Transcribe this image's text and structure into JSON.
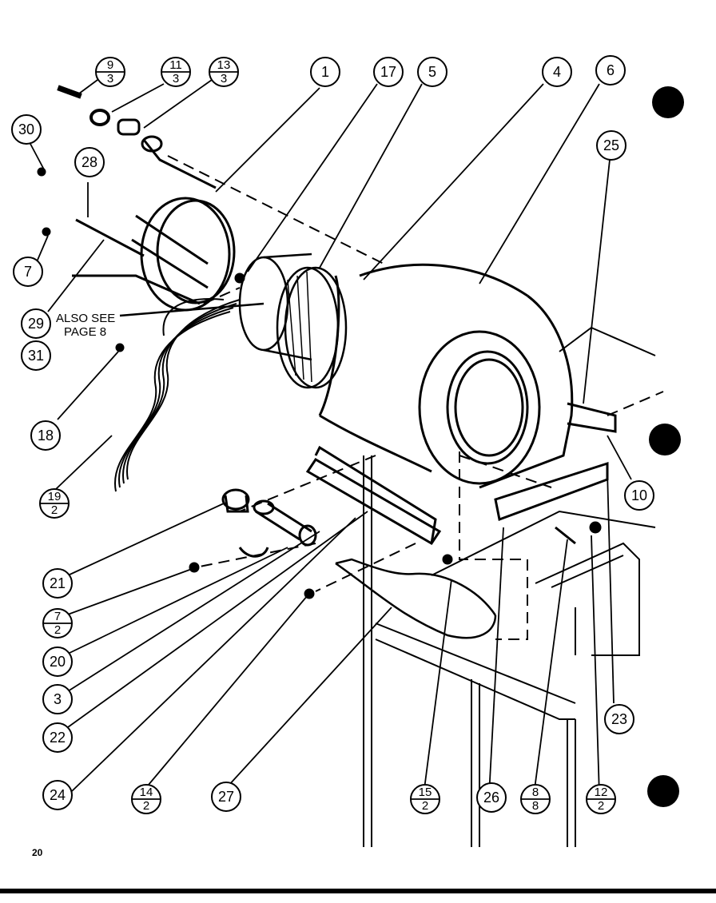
{
  "note": {
    "line1": "ALSO SEE",
    "line2": "PAGE 8"
  },
  "page_number": "20",
  "callouts": [
    {
      "id": "c9",
      "top": "9",
      "bottom": "3"
    },
    {
      "id": "c11",
      "top": "11",
      "bottom": "3"
    },
    {
      "id": "c13",
      "top": "13",
      "bottom": "3"
    },
    {
      "id": "c1",
      "label": "1"
    },
    {
      "id": "c17",
      "label": "17"
    },
    {
      "id": "c5",
      "label": "5"
    },
    {
      "id": "c4",
      "label": "4"
    },
    {
      "id": "c6",
      "label": "6"
    },
    {
      "id": "c30",
      "label": "30"
    },
    {
      "id": "c28",
      "label": "28"
    },
    {
      "id": "c25",
      "label": "25"
    },
    {
      "id": "c7",
      "label": "7"
    },
    {
      "id": "c29",
      "label": "29"
    },
    {
      "id": "c31",
      "label": "31"
    },
    {
      "id": "c18",
      "label": "18"
    },
    {
      "id": "c19",
      "top": "19",
      "bottom": "2"
    },
    {
      "id": "c10",
      "label": "10"
    },
    {
      "id": "c21",
      "label": "21"
    },
    {
      "id": "c7b",
      "top": "7",
      "bottom": "2"
    },
    {
      "id": "c20",
      "label": "20"
    },
    {
      "id": "c3",
      "label": "3"
    },
    {
      "id": "c22",
      "label": "22"
    },
    {
      "id": "c23",
      "label": "23"
    },
    {
      "id": "c24",
      "label": "24"
    },
    {
      "id": "c14",
      "top": "14",
      "bottom": "2"
    },
    {
      "id": "c27",
      "label": "27"
    },
    {
      "id": "c15",
      "top": "15",
      "bottom": "2"
    },
    {
      "id": "c26",
      "label": "26"
    },
    {
      "id": "c8",
      "top": "8",
      "bottom": "8"
    },
    {
      "id": "c12",
      "top": "12",
      "bottom": "2"
    }
  ]
}
